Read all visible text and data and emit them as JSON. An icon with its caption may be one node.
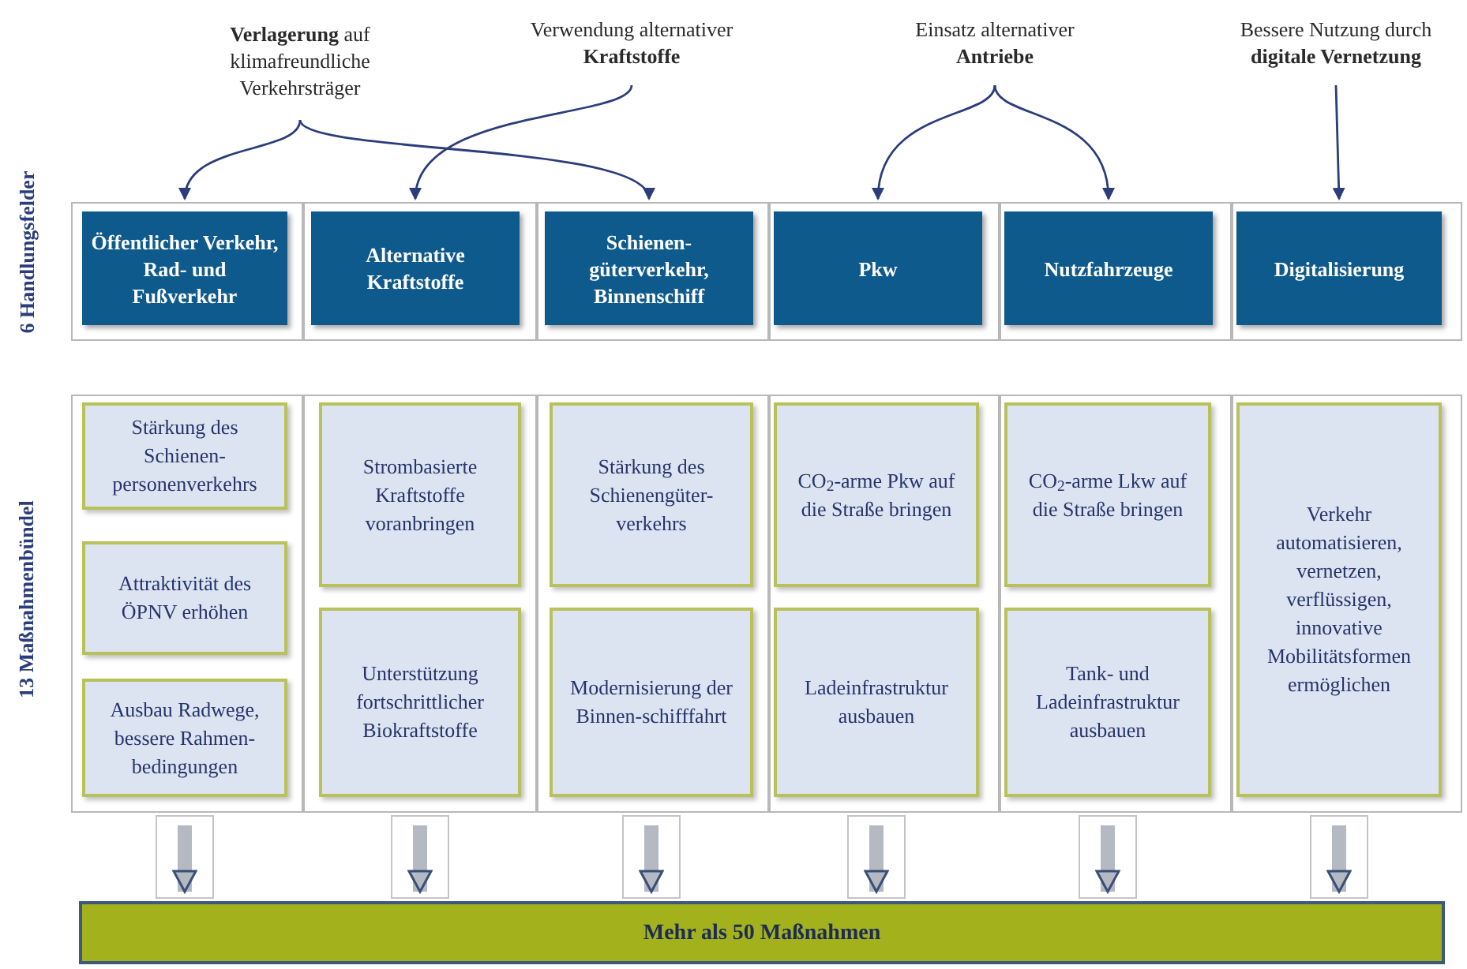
{
  "diagram": {
    "nodes": [
      {
        "text": [
          "**Verlagerung** auf klimafreundliche Verkehrsträger"
        ]
      },
      {
        "text": [
          "Verwendung alternativer **Kraftstoffe**"
        ]
      },
      {
        "text": [
          "Einsatz alternativer **Antriebe**"
        ]
      },
      {
        "text": [
          "Bessere Nutzung durch **digitale Vernetzung**"
        ]
      },
      {
        "text": [
          "Öffentlicher Verkehr, Rad- und Fußverkehr"
        ]
      },
      {
        "text": [
          "Alternative Kraftstoffe"
        ]
      },
      {
        "text": [
          "Schienen-güterverkehr, Binnenschiff"
        ]
      },
      {
        "text": [
          "Pkw"
        ]
      },
      {
        "text": [
          "Nutzfahrzeuge"
        ]
      },
      {
        "text": [
          "Digitalisierung"
        ]
      },
      {
        "text": [
          "Stärkung des Schienen-personenverkehrs"
        ]
      },
      {
        "text": [
          "Attraktivität des ÖPNV erhöhen"
        ]
      },
      {
        "text": [
          "Ausbau Radwege, bessere Rahmen-bedingungen"
        ]
      },
      {
        "text": [
          "Strombasierte Kraftstoffe voranbringen"
        ]
      },
      {
        "text": [
          "Unterstützung fortschrittlicher Biokraftstoffe"
        ]
      },
      {
        "text": [
          "Stärkung des Schienengüter-verkehrs"
        ]
      },
      {
        "text": [
          "Modernisierung der Binnen-schifffahrt"
        ]
      },
      {
        "text": [
          "CO$_{2}$-arme Pkw auf die Straße bringen"
        ]
      },
      {
        "text": [
          "Ladeinfrastruktur ausbauen"
        ]
      },
      {
        "text": [
          "CO$_{2}$-arme Lkw auf die Straße bringen"
        ]
      },
      {
        "text": [
          "Tank- und Ladeinfrastruktur ausbauen"
        ]
      },
      {
        "text": [
          "Verkehr automatisieren, vernetzen, verflüssigen, innovative Mobilitätsformen ermöglichen"
        ]
      },
      {
        "text": [
          "Mehr als 50 Maßnahmen"
        ]
      }
    ],
    "edges": [
      {
        "from": 0,
        "to": 4,
        "arrow": "to"
      },
      {
        "from": 0,
        "to": 6,
        "arrow": "to"
      },
      {
        "from": 1,
        "to": 5,
        "arrow": "to"
      },
      {
        "from": 2,
        "to": 7,
        "arrow": "to"
      },
      {
        "from": 2,
        "to": 8,
        "arrow": "to"
      },
      {
        "from": 3,
        "to": 9,
        "arrow": "to"
      },
      {
        "from": 12,
        "to": 22,
        "arrow": "to",
        "style": "thick",
        "color": "#b4b9c2"
      },
      {
        "from": 14,
        "to": 22,
        "arrow": "to",
        "style": "thick",
        "color": "#b4b9c2"
      },
      {
        "from": 16,
        "to": 22,
        "arrow": "to",
        "style": "thick",
        "color": "#b4b9c2"
      },
      {
        "from": 18,
        "to": 22,
        "arrow": "to",
        "style": "thick",
        "color": "#b4b9c2"
      },
      {
        "from": 20,
        "to": 22,
        "arrow": "to",
        "style": "thick",
        "color": "#b4b9c2"
      },
      {
        "from": 21,
        "to": 22,
        "arrow": "to",
        "style": "thick",
        "color": "#b4b9c2"
      }
    ],
    "labels": [
      "6 Handlungsfelder",
      "13 Maßnahmenbündel"
    ]
  }
}
